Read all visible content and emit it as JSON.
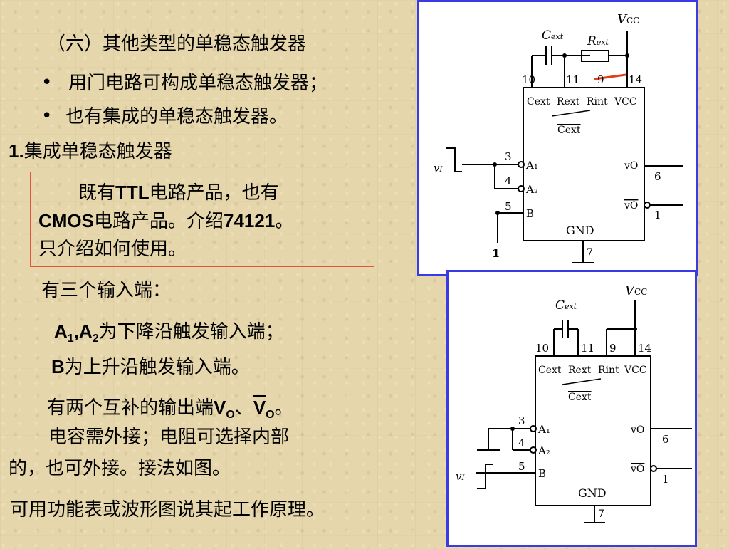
{
  "heading": "（六）其他类型的单稳态触发器",
  "bullets": [
    "用门电路可构成单稳态触发器；",
    "也有集成的单稳态触发器。"
  ],
  "section": {
    "number": "1.",
    "title": "集成单稳态触发器"
  },
  "note": {
    "line1_pre": "既有",
    "line1_ttl": "TTL",
    "line1_post": "电路产品，也有",
    "line2_cmos": "CMOS",
    "line2_mid": "电路产品。介绍",
    "line2_part": "74121",
    "line2_end": "。",
    "line3": "只介绍如何使用。"
  },
  "inputs": {
    "intro": "有三个输入端：",
    "a_label_a": "A",
    "a_sub1": "1",
    "a_comma": ",A",
    "a_sub2": "2",
    "a_desc": "为下降沿触发输入端；",
    "b_label": "B",
    "b_desc": "为上升沿触发输入端。"
  },
  "outputs": {
    "pre": "有两个互补的输出端",
    "v1": "V",
    "v1_sub": "O",
    "sep": "、",
    "v2": "V",
    "v2_sub": "O",
    "end": "。"
  },
  "capacitor": {
    "line1": "电容需外接；电阻可选择内部",
    "line2": "的，也可外接。接法如图。"
  },
  "closing": "可用功能表或波形图说其起工作原理。",
  "diagram_top": {
    "vcc": "V",
    "vcc_sub": "CC",
    "cext": "C",
    "cext_sub": "ext",
    "rext": "R",
    "rext_sub": "ext",
    "pins_top": [
      "10",
      "11",
      "9",
      "14"
    ],
    "pin_labels_top": [
      "Cext",
      "Rext",
      "Rint",
      "VCC"
    ],
    "cext_bar": "Cext",
    "vi": "v",
    "vi_sub": "I",
    "in_pins": [
      "3",
      "4",
      "5"
    ],
    "in_labels": [
      "A₁",
      "A₂",
      "B"
    ],
    "out_labels": [
      "vO",
      "vO"
    ],
    "out_pins": [
      "6",
      "1"
    ],
    "gnd": "GND",
    "gnd_pin": "7",
    "b_level": "1"
  },
  "diagram_bottom": {
    "vcc": "V",
    "vcc_sub": "CC",
    "cext": "C",
    "cext_sub": "ext",
    "pins_top": [
      "10",
      "11",
      "9",
      "14"
    ],
    "pin_labels_top": [
      "Cext",
      "Rext",
      "Rint",
      "VCC"
    ],
    "cext_bar": "Cext",
    "vi": "v",
    "vi_sub": "I",
    "in_pins": [
      "3",
      "4",
      "5"
    ],
    "in_labels": [
      "A₁",
      "A₂",
      "B"
    ],
    "out_labels": [
      "vO",
      "vO"
    ],
    "out_pins": [
      "6",
      "1"
    ],
    "gnd": "GND",
    "gnd_pin": "7"
  },
  "colors": {
    "panel_border": "#3b3be6",
    "note_border": "#e4553c",
    "annotation_red": "#e0401c"
  }
}
